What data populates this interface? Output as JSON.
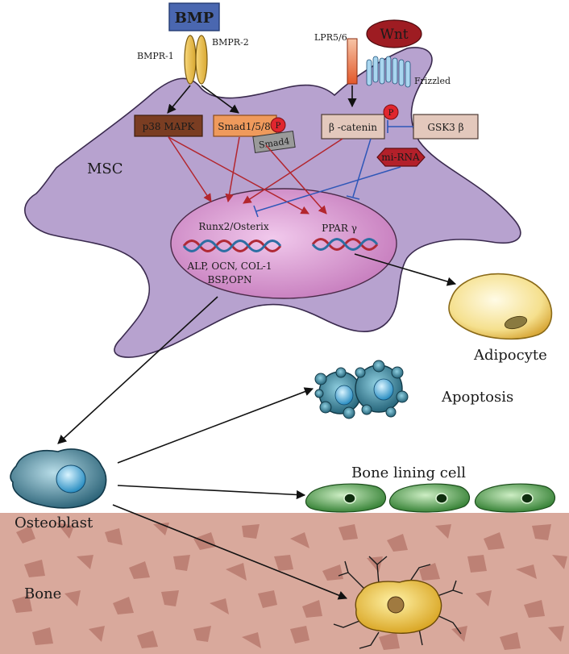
{
  "labels": {
    "bmp": "BMP",
    "bmpr1": "BMPR-1",
    "bmpr2": "BMPR-2",
    "lpr": "LPR5/6",
    "wnt": "Wnt",
    "frizzled": "Frizzled",
    "p38": "p38 MAPK",
    "smad158": "Smad1/5/8",
    "p_smad": "P",
    "smad4": "Smad4",
    "bcat": "β -catenin",
    "p_gsk": "P",
    "gsk3b": "GSK3 β",
    "mirna": "mi-RNA",
    "msc": "MSC",
    "runx2": "Runx2/Osterix",
    "ppar": "PPAR γ",
    "genes1": "ALP, OCN, COL-1",
    "genes2": "BSP,OPN",
    "adipocyte": "Adipocyte",
    "apoptosis": "Apoptosis",
    "lining": "Bone lining cell",
    "osteoblast": "Osteoblast",
    "bone": "Bone"
  },
  "colors": {
    "cell_fill": "#b7a2cf",
    "nucleus_fill": "#cf8fc8",
    "bmp_box": "#4a67b0",
    "arrow_red": "#b3262e",
    "arrow_blue": "#2f57b8",
    "bone": "#d9a99c",
    "bone_patch": "#b97b6f"
  }
}
